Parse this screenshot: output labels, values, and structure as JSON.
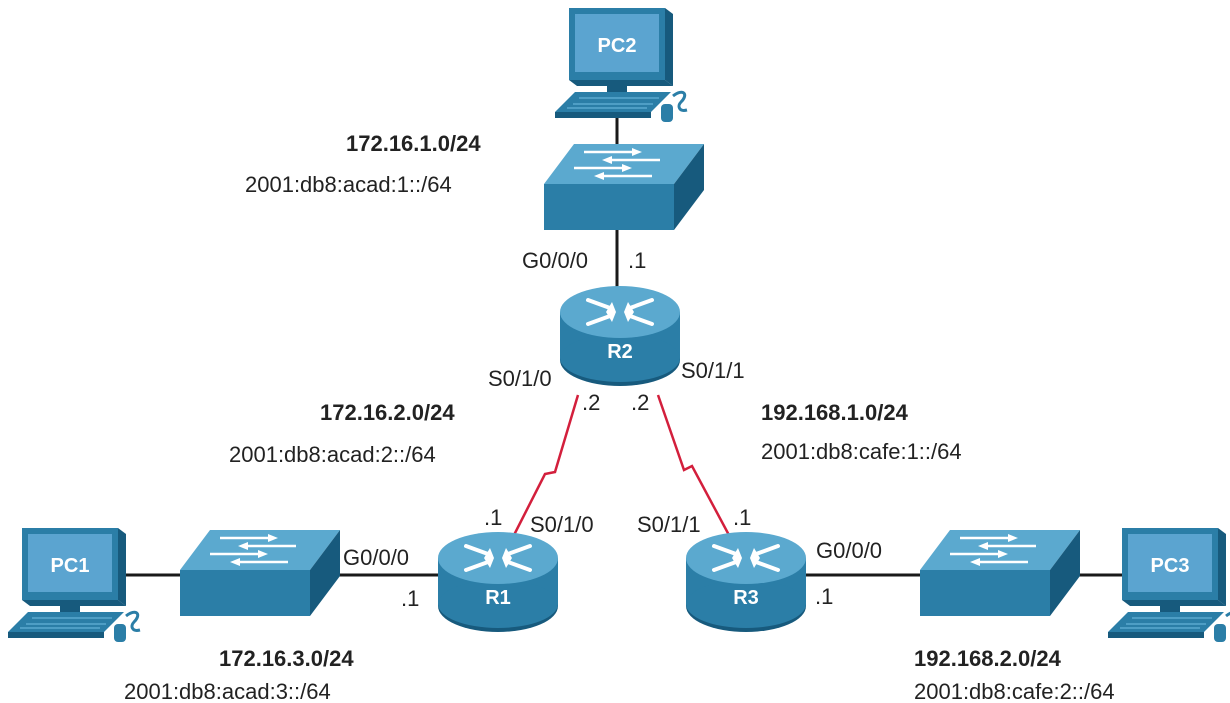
{
  "colors": {
    "ethernet_link": "#1a1a1a",
    "serial_link": "#d31f3c",
    "device_front": "#2b7ea7",
    "device_top": "#5ba9cf",
    "device_side": "#175a7d",
    "pc_screen": "#5ba4d0",
    "text": "#222222"
  },
  "devices": {
    "pc1": {
      "name": "PC1",
      "icon": "pc-icon"
    },
    "pc2": {
      "name": "PC2",
      "icon": "pc-icon"
    },
    "pc3": {
      "name": "PC3",
      "icon": "pc-icon"
    },
    "r1": {
      "name": "R1",
      "icon": "router-icon"
    },
    "r2": {
      "name": "R2",
      "icon": "router-icon"
    },
    "r3": {
      "name": "R3",
      "icon": "router-icon"
    },
    "sw1": {
      "icon": "switch-icon"
    },
    "sw2": {
      "icon": "switch-icon"
    },
    "sw3": {
      "icon": "switch-icon"
    }
  },
  "networks": {
    "lan_r2": {
      "ipv4": "172.16.1.0/24",
      "ipv6": "2001:db8:acad:1::/64"
    },
    "r1_r2": {
      "ipv4": "172.16.2.0/24",
      "ipv6": "2001:db8:acad:2::/64"
    },
    "r2_r3": {
      "ipv4": "192.168.1.0/24",
      "ipv6": "2001:db8:cafe:1::/64"
    },
    "lan_r1": {
      "ipv4": "172.16.3.0/24",
      "ipv6": "2001:db8:acad:3::/64"
    },
    "lan_r3": {
      "ipv4": "192.168.2.0/24",
      "ipv6": "2001:db8:cafe:2::/64"
    }
  },
  "interfaces": {
    "r2_g000": {
      "name": "G0/0/0",
      "host": ".1"
    },
    "r2_s010": {
      "name": "S0/1/0",
      "host": ".2"
    },
    "r2_s011": {
      "name": "S0/1/1",
      "host": ".2"
    },
    "r1_s010": {
      "name": "S0/1/0",
      "host": ".1"
    },
    "r1_g000": {
      "name": "G0/0/0",
      "host": ".1"
    },
    "r3_s011": {
      "name": "S0/1/1",
      "host": ".1"
    },
    "r3_g000": {
      "name": "G0/0/0",
      "host": ".1"
    }
  }
}
